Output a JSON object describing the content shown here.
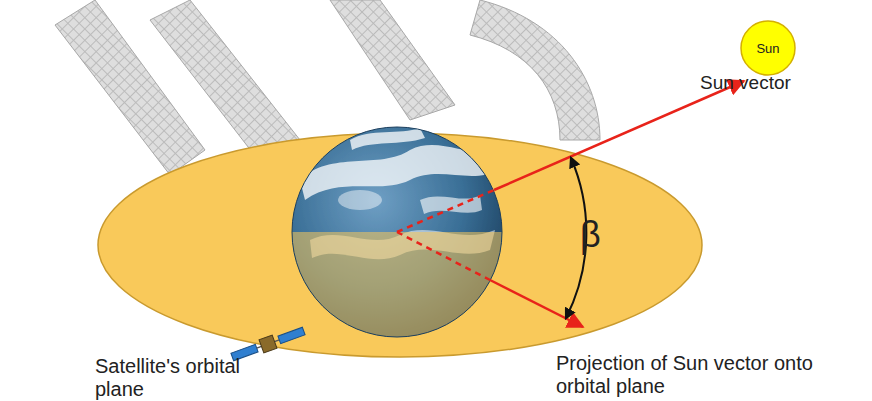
{
  "diagram": {
    "nodes": [
      {
        "text": [
          "Sun"
        ]
      }
    ],
    "labels": [
      "Sun vector",
      "β",
      "Satellite's orbital plane",
      "Projection of Sun vector onto orbital plane"
    ]
  }
}
